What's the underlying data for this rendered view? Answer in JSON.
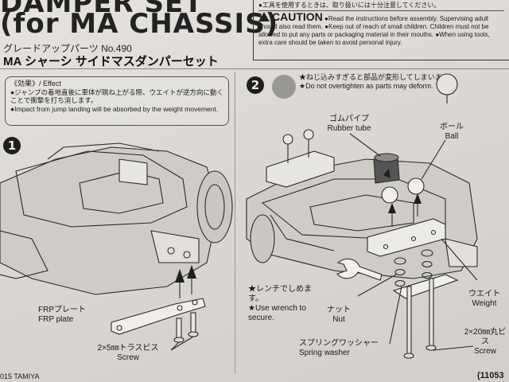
{
  "header": {
    "title_line1": "DAMPER SET",
    "title_line2": "(for MA CHASSIS)",
    "subtitle_jp": "グレードアップパーツ No.490",
    "product_name": "MA シャーシ サイドマスダンパーセット"
  },
  "caution": {
    "top_jp": "●工具を使用するときは、取り扱いには十分注意してください。",
    "word": "CAUTION",
    "text": "●Read the instructions before assembly. Supervising adult should also read them. ●Keep out of reach of small children. Children must not be allowed to put any parts or packaging material in their mouths. ●When using tools, extra care should be taken to avoid personal injury."
  },
  "effect": {
    "title": "《効果》/ Effect",
    "jp": "●ジャンプの着地直後に車体が跳ね上がる際、ウエイトが逆方向に動くことで衝撃を打ち消します。",
    "en": "●Impact from jump landing will be absorbed by the weight movement."
  },
  "step1": {
    "number": "1",
    "frp_plate_jp": "FRPプレート",
    "frp_plate_en": "FRP plate",
    "screw_jp": "2×5㎜トラスビス",
    "screw_en": "Screw"
  },
  "step2": {
    "number": "2",
    "note_jp": "★ねじ込みすぎると部品が変形してしまいます。",
    "note_en": "★Do not overtighten as parts may deform.",
    "rubber_tube_jp": "ゴムパイプ",
    "rubber_tube_en": "Rubber tube",
    "ball_jp": "ボール",
    "ball_en": "Ball",
    "wrench_jp": "★レンチでしめます。",
    "wrench_en": "★Use wrench to secure.",
    "nut_jp": "ナット",
    "nut_en": "Nut",
    "weight_jp": "ウエイト",
    "weight_en": "Weight",
    "spring_washer_jp": "スプリングワッシャー",
    "spring_washer_en": "Spring washer",
    "screw20_jp": "2×20㎜丸ビス",
    "screw20_en": "Screw"
  },
  "footer": {
    "copyright": "015 TAMIYA",
    "code": "(11053"
  }
}
